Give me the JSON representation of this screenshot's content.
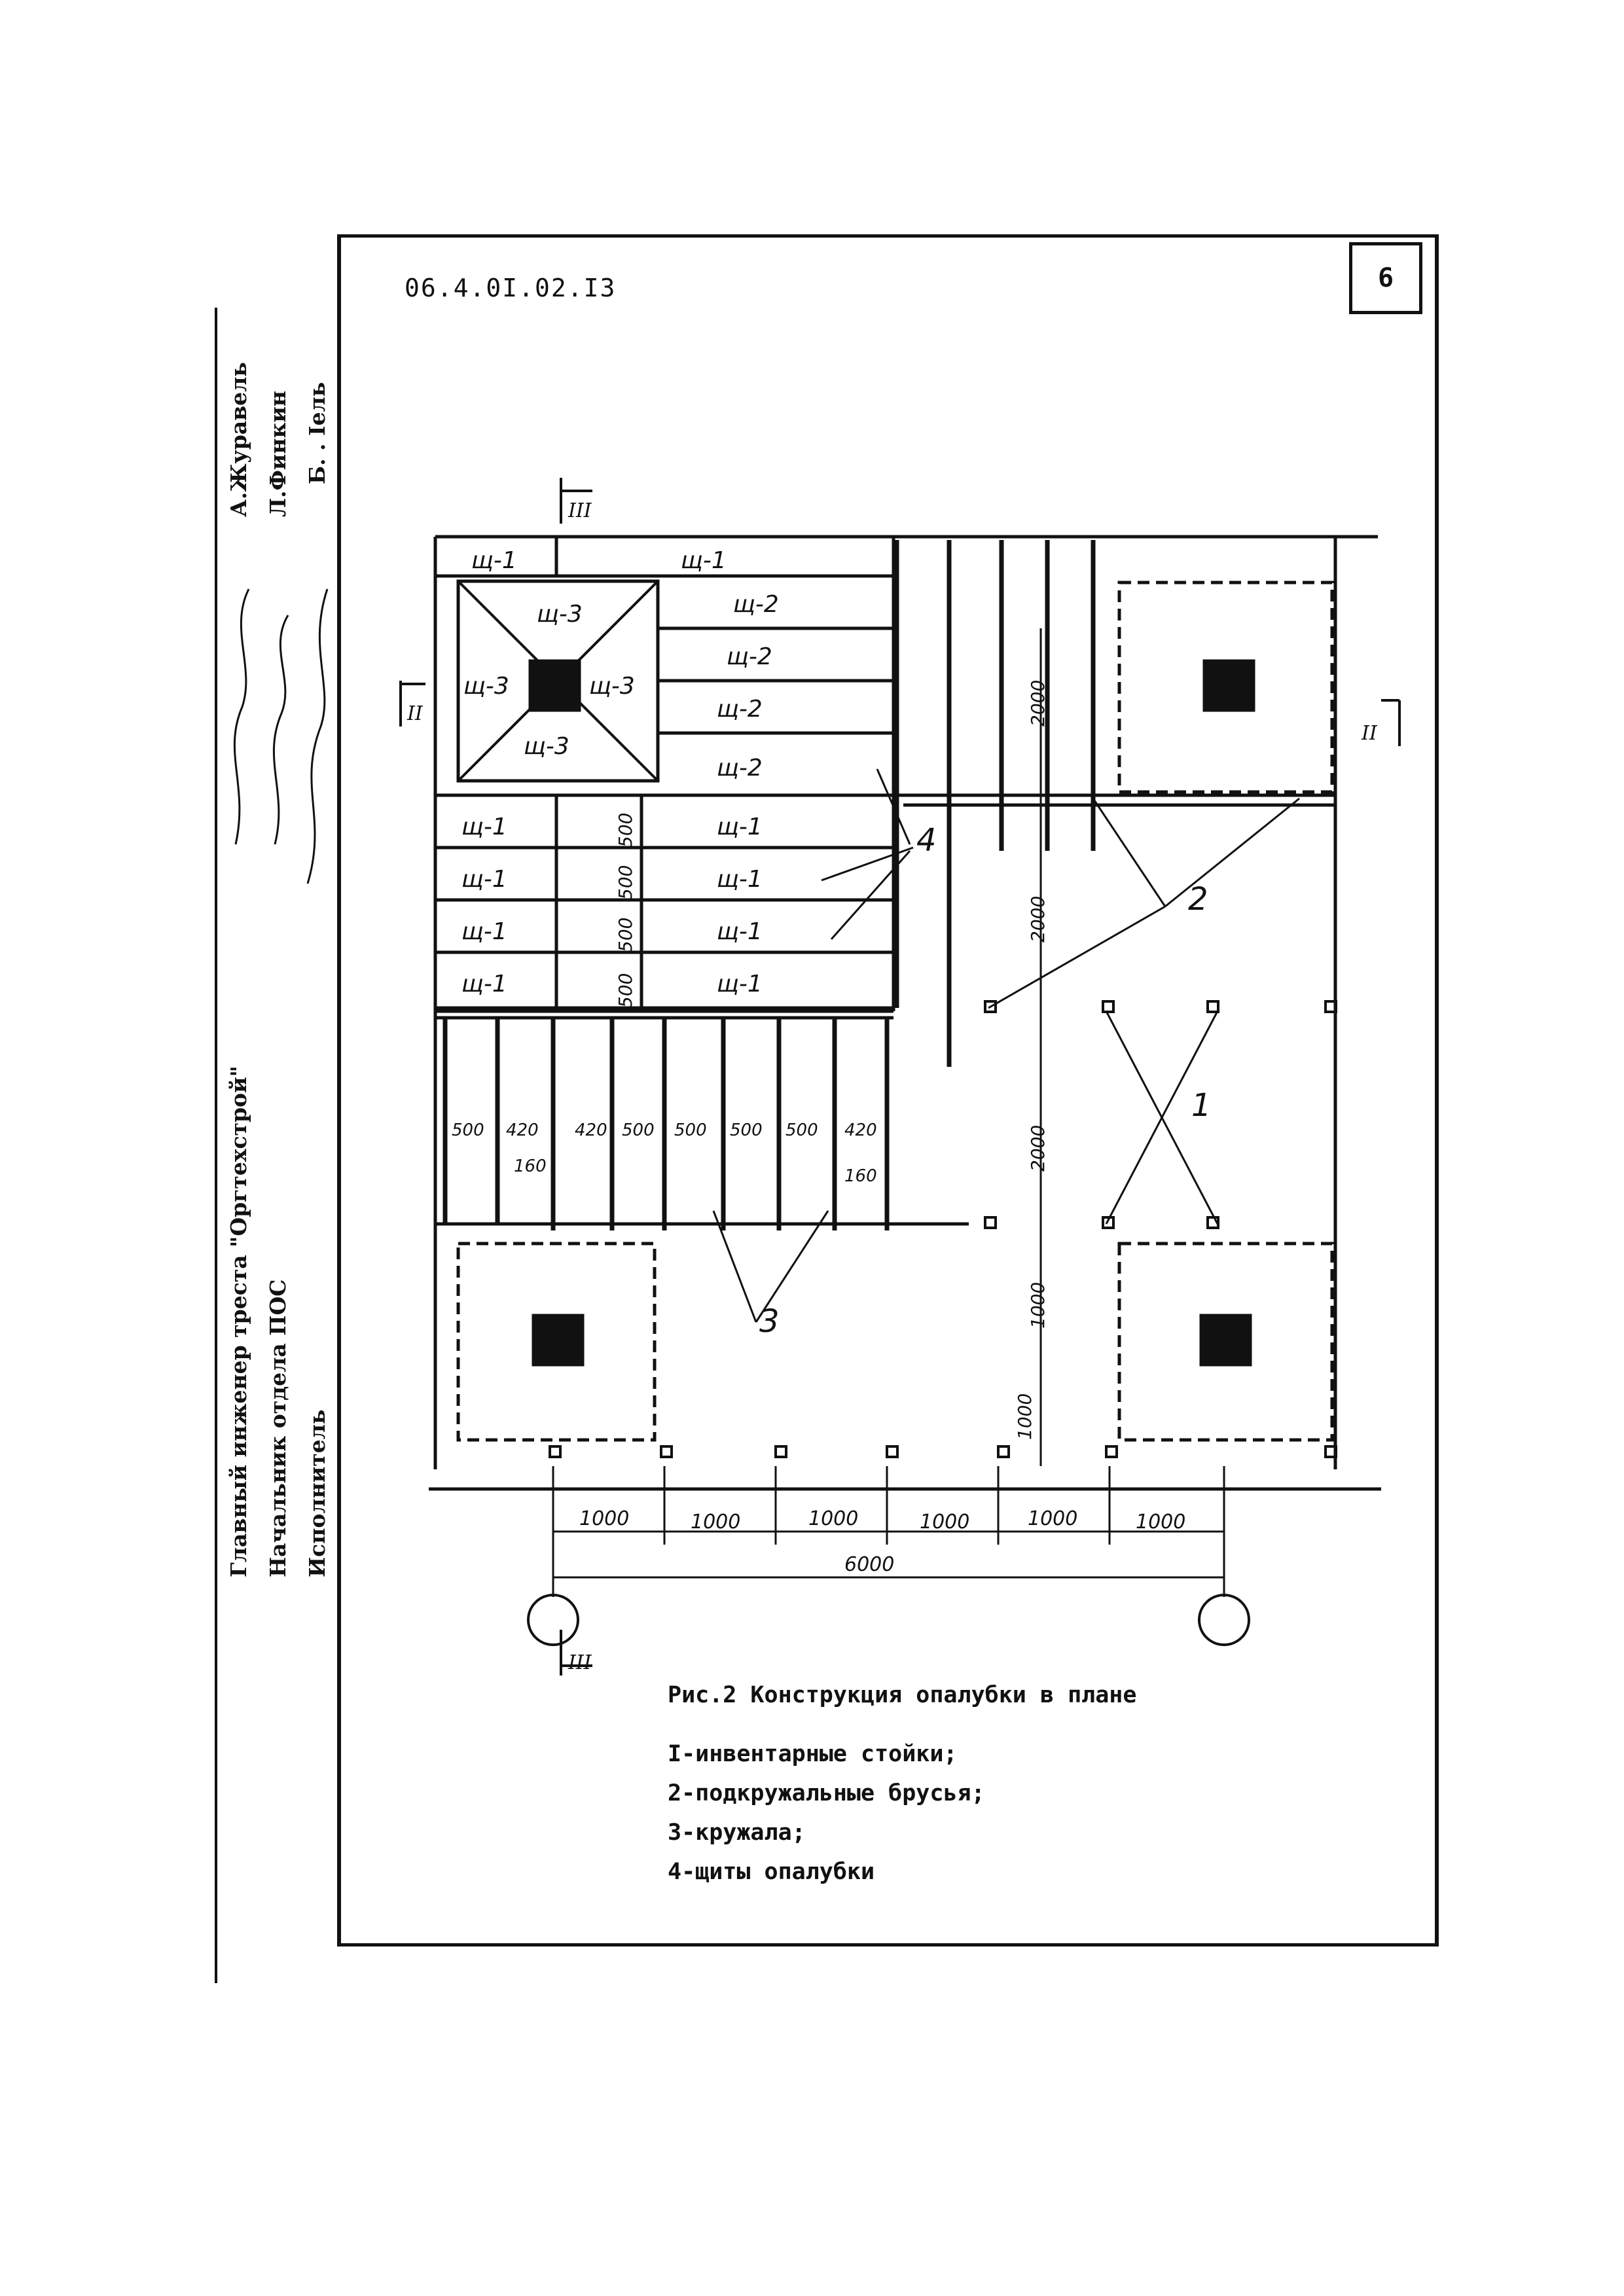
{
  "header": {
    "doc_code": "06.4.0I.02.I3",
    "page_number": "6"
  },
  "sidebar": {
    "line1": "Главный инженер треста \"Оргтехстрой\"",
    "line2": "Начальник отдела ПОС",
    "line3": "Исполнитель",
    "name1": "А.Журавель",
    "name2": "Л.Финкин",
    "name3": "Б. . Іель"
  },
  "plan": {
    "panel_labels": {
      "sh1": "щ-1",
      "sh2": "щ-2",
      "sh3": "щ-3"
    },
    "section_marks": {
      "ii": "II",
      "iii": "III"
    },
    "callouts": [
      "1",
      "2",
      "3",
      "4"
    ],
    "dims_vertical_top": "2000",
    "dims_vertical_mid": "2000",
    "dims_vertical_low": "2000",
    "dims_vertical_1000a": "1000",
    "dims_vertical_1000b": "1000",
    "dims_500": "500",
    "dims_bottom": [
      "1000",
      "1000",
      "1000",
      "1000",
      "1000",
      "1000"
    ],
    "dim_total": "6000",
    "crib_dims": [
      "500",
      "420",
      "420",
      "500",
      "500",
      "500",
      "500",
      "420"
    ],
    "crib_dim_160": "160"
  },
  "caption": "Рис.2 Конструкция опалубки в плане",
  "legend": [
    "I-инвентарные стойки;",
    "2-подкружальные брусья;",
    "3-кружала;",
    "4-щиты опалубки"
  ]
}
